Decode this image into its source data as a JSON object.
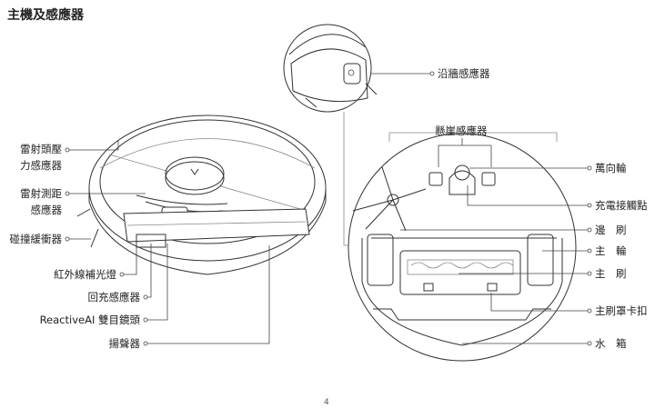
{
  "title": "主機及感應器",
  "page_number": "4",
  "left_labels": {
    "laser_pressure_1": "雷射頭壓",
    "laser_pressure_2": "力感應器",
    "laser_range_1": "雷射測距",
    "laser_range_2": "感應器",
    "bumper_sensor": "碰撞緩衝器",
    "ir_fill_light": "紅外線補光燈",
    "dock_sensor": "回充感應器",
    "ai_camera": "ReactiveAI 雙目鏡頭",
    "speaker": "揚聲器"
  },
  "right_labels": {
    "wall_sensor": "沿牆感應器",
    "cliff_sensor": "懸崖感應器",
    "caster_wheel": "萬向輪",
    "charging_contacts": "充電接觸點",
    "side_brush": "邊　刷",
    "main_wheel": "主　輪",
    "main_brush": "主　刷",
    "brush_cover_latch": "主刷罩卡扣",
    "water_tank": "水　箱"
  }
}
